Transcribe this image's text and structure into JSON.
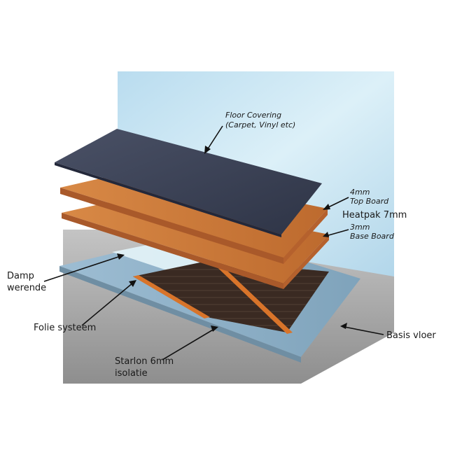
{
  "labels": {
    "floor_covering_line1": "Floor Covering",
    "floor_covering_line2": "(Carpet, Vinyl etc)",
    "top_board_line1": "4mm",
    "top_board_line2": "Top Board",
    "heatpak": "Heatpak 7mm",
    "base_board_line1": "3mm",
    "base_board_line2": "Base Board",
    "damp_line1": "Damp",
    "damp_line2": "werende",
    "folie": "Folie systeem",
    "basis": "Basis vloer",
    "starlon_line1": "Starlon 6mm",
    "starlon_line2": "isolatie"
  },
  "colors": {
    "wall": "#cfe6f2",
    "floor": "#a9a9a9",
    "insulation": "#8fb1c8",
    "foil": "#e4f4f8",
    "heating_film": "#3a2a22",
    "heating_strip": "#d8742a",
    "board": "#c9773a",
    "covering": "#3d4458",
    "line": "#111111"
  }
}
